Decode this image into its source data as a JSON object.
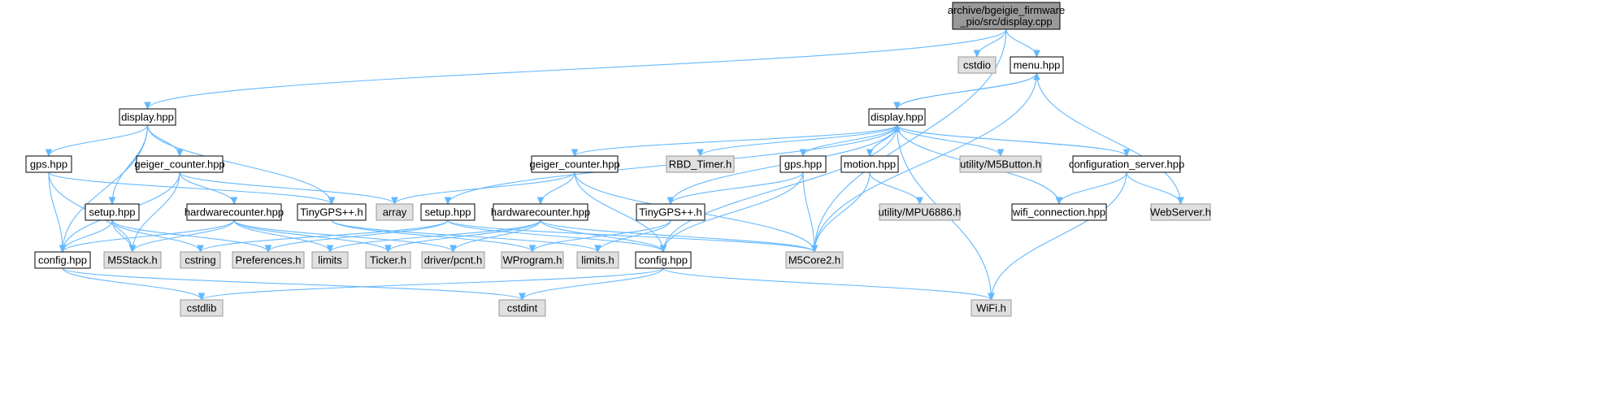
{
  "graph": {
    "colors": {
      "edge": "#63b8ff",
      "root_fill": "#999999",
      "local_fill": "#ffffff",
      "system_fill": "#e0e0e0",
      "border": "#000000",
      "system_border": "#999999"
    },
    "nodes": {
      "root": {
        "lines": [
          "archive/bgeigie_firmware",
          "_pio/src/display.cpp"
        ],
        "kind": "root"
      },
      "cstdio_top": {
        "lines": [
          "cstdio"
        ],
        "kind": "system"
      },
      "menu_hpp": {
        "lines": [
          "menu.hpp"
        ],
        "kind": "local"
      },
      "display_hpp_l": {
        "lines": [
          "display.hpp"
        ],
        "kind": "local"
      },
      "display_hpp_r": {
        "lines": [
          "display.hpp"
        ],
        "kind": "local"
      },
      "gps_hpp_l": {
        "lines": [
          "gps.hpp"
        ],
        "kind": "local"
      },
      "geiger_l": {
        "lines": [
          "geiger_counter.hpp"
        ],
        "kind": "local"
      },
      "setup_l": {
        "lines": [
          "setup.hpp"
        ],
        "kind": "local"
      },
      "hwc_l": {
        "lines": [
          "hardwarecounter.hpp"
        ],
        "kind": "local"
      },
      "tinygps_l": {
        "lines": [
          "TinyGPS++.h"
        ],
        "kind": "local"
      },
      "array": {
        "lines": [
          "array"
        ],
        "kind": "system"
      },
      "config_l": {
        "lines": [
          "config.hpp"
        ],
        "kind": "local"
      },
      "m5stack": {
        "lines": [
          "M5Stack.h"
        ],
        "kind": "system"
      },
      "cstring": {
        "lines": [
          "cstring"
        ],
        "kind": "system"
      },
      "preferences": {
        "lines": [
          "Preferences.h"
        ],
        "kind": "system"
      },
      "limits": {
        "lines": [
          "limits"
        ],
        "kind": "system"
      },
      "ticker": {
        "lines": [
          "Ticker.h"
        ],
        "kind": "system"
      },
      "pcnt": {
        "lines": [
          "driver/pcnt.h"
        ],
        "kind": "system"
      },
      "wprogram": {
        "lines": [
          "WProgram.h"
        ],
        "kind": "system"
      },
      "limits_h": {
        "lines": [
          "limits.h"
        ],
        "kind": "system"
      },
      "config_r": {
        "lines": [
          "config.hpp"
        ],
        "kind": "local"
      },
      "m5core2": {
        "lines": [
          "M5Core2.h"
        ],
        "kind": "system"
      },
      "cstdlib": {
        "lines": [
          "cstdlib"
        ],
        "kind": "system"
      },
      "cstdint": {
        "lines": [
          "cstdint"
        ],
        "kind": "system"
      },
      "wifi_h": {
        "lines": [
          "WiFi.h"
        ],
        "kind": "system"
      },
      "geiger_r": {
        "lines": [
          "geiger_counter.hpp"
        ],
        "kind": "local"
      },
      "setup_r": {
        "lines": [
          "setup.hpp"
        ],
        "kind": "local"
      },
      "hwc_r": {
        "lines": [
          "hardwarecounter.hpp"
        ],
        "kind": "local"
      },
      "rbd_timer": {
        "lines": [
          "RBD_Timer.h"
        ],
        "kind": "system"
      },
      "gps_hpp_r": {
        "lines": [
          "gps.hpp"
        ],
        "kind": "local"
      },
      "tinygps_r": {
        "lines": [
          "TinyGPS++.h"
        ],
        "kind": "local"
      },
      "motion": {
        "lines": [
          "motion.hpp"
        ],
        "kind": "local"
      },
      "mpu6886": {
        "lines": [
          "utility/MPU6886.h"
        ],
        "kind": "system"
      },
      "m5button": {
        "lines": [
          "utility/M5Button.h"
        ],
        "kind": "system"
      },
      "config_server": {
        "lines": [
          "configuration_server.hpp"
        ],
        "kind": "local"
      },
      "wifi_conn": {
        "lines": [
          "wifi_connection.hpp"
        ],
        "kind": "local"
      },
      "webserver": {
        "lines": [
          "WebServer.h"
        ],
        "kind": "system"
      }
    },
    "edges": [
      [
        "root",
        "cstdio_top"
      ],
      [
        "root",
        "menu_hpp"
      ],
      [
        "root",
        "display_hpp_l"
      ],
      [
        "root",
        "m5core2"
      ],
      [
        "menu_hpp",
        "display_hpp_r"
      ],
      [
        "menu_hpp",
        "m5core2"
      ],
      [
        "menu_hpp",
        "webserver"
      ],
      [
        "display_hpp_r",
        "menu_hpp"
      ],
      [
        "display_hpp_l",
        "gps_hpp_l"
      ],
      [
        "display_hpp_l",
        "geiger_l"
      ],
      [
        "display_hpp_l",
        "setup_l"
      ],
      [
        "display_hpp_l",
        "tinygps_l"
      ],
      [
        "display_hpp_l",
        "config_l"
      ],
      [
        "gps_hpp_l",
        "tinygps_l"
      ],
      [
        "gps_hpp_l",
        "config_l"
      ],
      [
        "gps_hpp_l",
        "m5stack"
      ],
      [
        "geiger_l",
        "array"
      ],
      [
        "geiger_l",
        "hwc_l"
      ],
      [
        "geiger_l",
        "config_l"
      ],
      [
        "geiger_l",
        "m5stack"
      ],
      [
        "setup_l",
        "config_l"
      ],
      [
        "setup_l",
        "m5stack"
      ],
      [
        "setup_l",
        "cstring"
      ],
      [
        "setup_l",
        "preferences"
      ],
      [
        "hwc_l",
        "m5stack"
      ],
      [
        "hwc_l",
        "config_l"
      ],
      [
        "hwc_l",
        "limits"
      ],
      [
        "hwc_l",
        "ticker"
      ],
      [
        "hwc_l",
        "pcnt"
      ],
      [
        "tinygps_l",
        "wprogram"
      ],
      [
        "tinygps_l",
        "limits_h"
      ],
      [
        "config_l",
        "cstdlib"
      ],
      [
        "config_l",
        "cstdint"
      ],
      [
        "display_hpp_r",
        "geiger_r"
      ],
      [
        "display_hpp_r",
        "setup_r"
      ],
      [
        "display_hpp_r",
        "rbd_timer"
      ],
      [
        "display_hpp_r",
        "gps_hpp_r"
      ],
      [
        "display_hpp_r",
        "tinygps_r"
      ],
      [
        "display_hpp_r",
        "motion"
      ],
      [
        "display_hpp_r",
        "m5button"
      ],
      [
        "display_hpp_r",
        "config_server"
      ],
      [
        "display_hpp_r",
        "wifi_conn"
      ],
      [
        "display_hpp_r",
        "config_r"
      ],
      [
        "display_hpp_r",
        "wifi_h"
      ],
      [
        "config_server",
        "display_hpp_r"
      ],
      [
        "config_server",
        "wifi_conn"
      ],
      [
        "config_server",
        "webserver"
      ],
      [
        "config_server",
        "wifi_h"
      ],
      [
        "geiger_r",
        "array"
      ],
      [
        "geiger_r",
        "hwc_r"
      ],
      [
        "geiger_r",
        "config_r"
      ],
      [
        "geiger_r",
        "m5core2"
      ],
      [
        "setup_r",
        "config_r"
      ],
      [
        "setup_r",
        "cstring"
      ],
      [
        "setup_r",
        "preferences"
      ],
      [
        "setup_r",
        "m5core2"
      ],
      [
        "hwc_r",
        "m5core2"
      ],
      [
        "hwc_r",
        "config_r"
      ],
      [
        "hwc_r",
        "limits"
      ],
      [
        "hwc_r",
        "ticker"
      ],
      [
        "hwc_r",
        "pcnt"
      ],
      [
        "gps_hpp_r",
        "tinygps_r"
      ],
      [
        "gps_hpp_r",
        "config_r"
      ],
      [
        "gps_hpp_r",
        "m5core2"
      ],
      [
        "tinygps_r",
        "wprogram"
      ],
      [
        "tinygps_r",
        "limits_h"
      ],
      [
        "motion",
        "m5core2"
      ],
      [
        "motion",
        "mpu6886"
      ],
      [
        "config_r",
        "cstdlib"
      ],
      [
        "config_r",
        "cstdint"
      ],
      [
        "config_r",
        "wifi_h"
      ]
    ]
  }
}
